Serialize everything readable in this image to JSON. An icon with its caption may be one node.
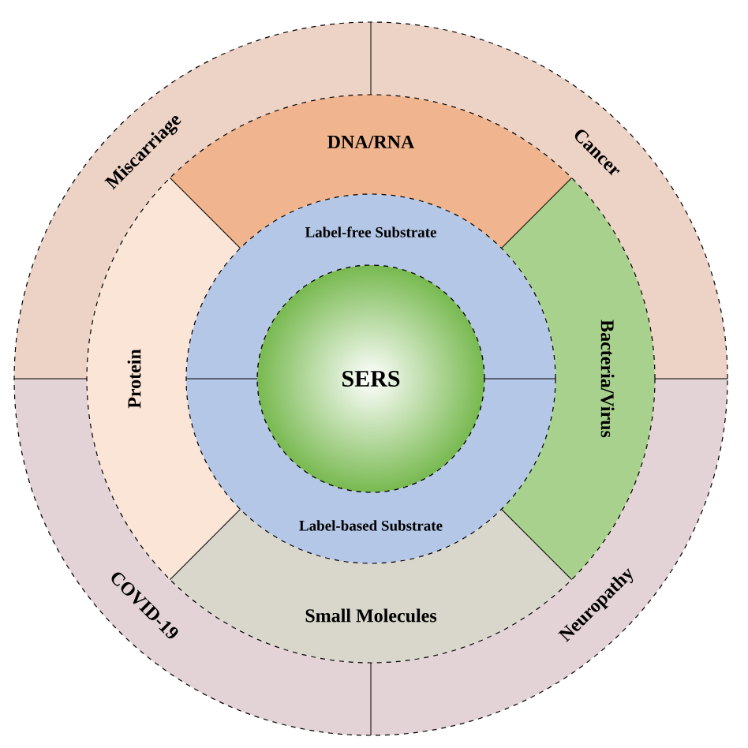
{
  "diagram": {
    "nodes": [
      {
        "text": [
          "SERS"
        ]
      },
      {
        "text": [
          "Label-free Substrate"
        ]
      },
      {
        "text": [
          "Label-based Substrate"
        ]
      },
      {
        "text": [
          "DNA/RNA"
        ]
      },
      {
        "text": [
          "Bacteria/Virus"
        ]
      },
      {
        "text": [
          "Small Molecules"
        ]
      },
      {
        "text": [
          "Protein"
        ]
      },
      {
        "text": [
          "Miscarriage"
        ]
      },
      {
        "text": [
          "Cancer"
        ]
      },
      {
        "text": [
          "COVID-19"
        ]
      },
      {
        "text": [
          "Neuropathy"
        ]
      }
    ]
  }
}
